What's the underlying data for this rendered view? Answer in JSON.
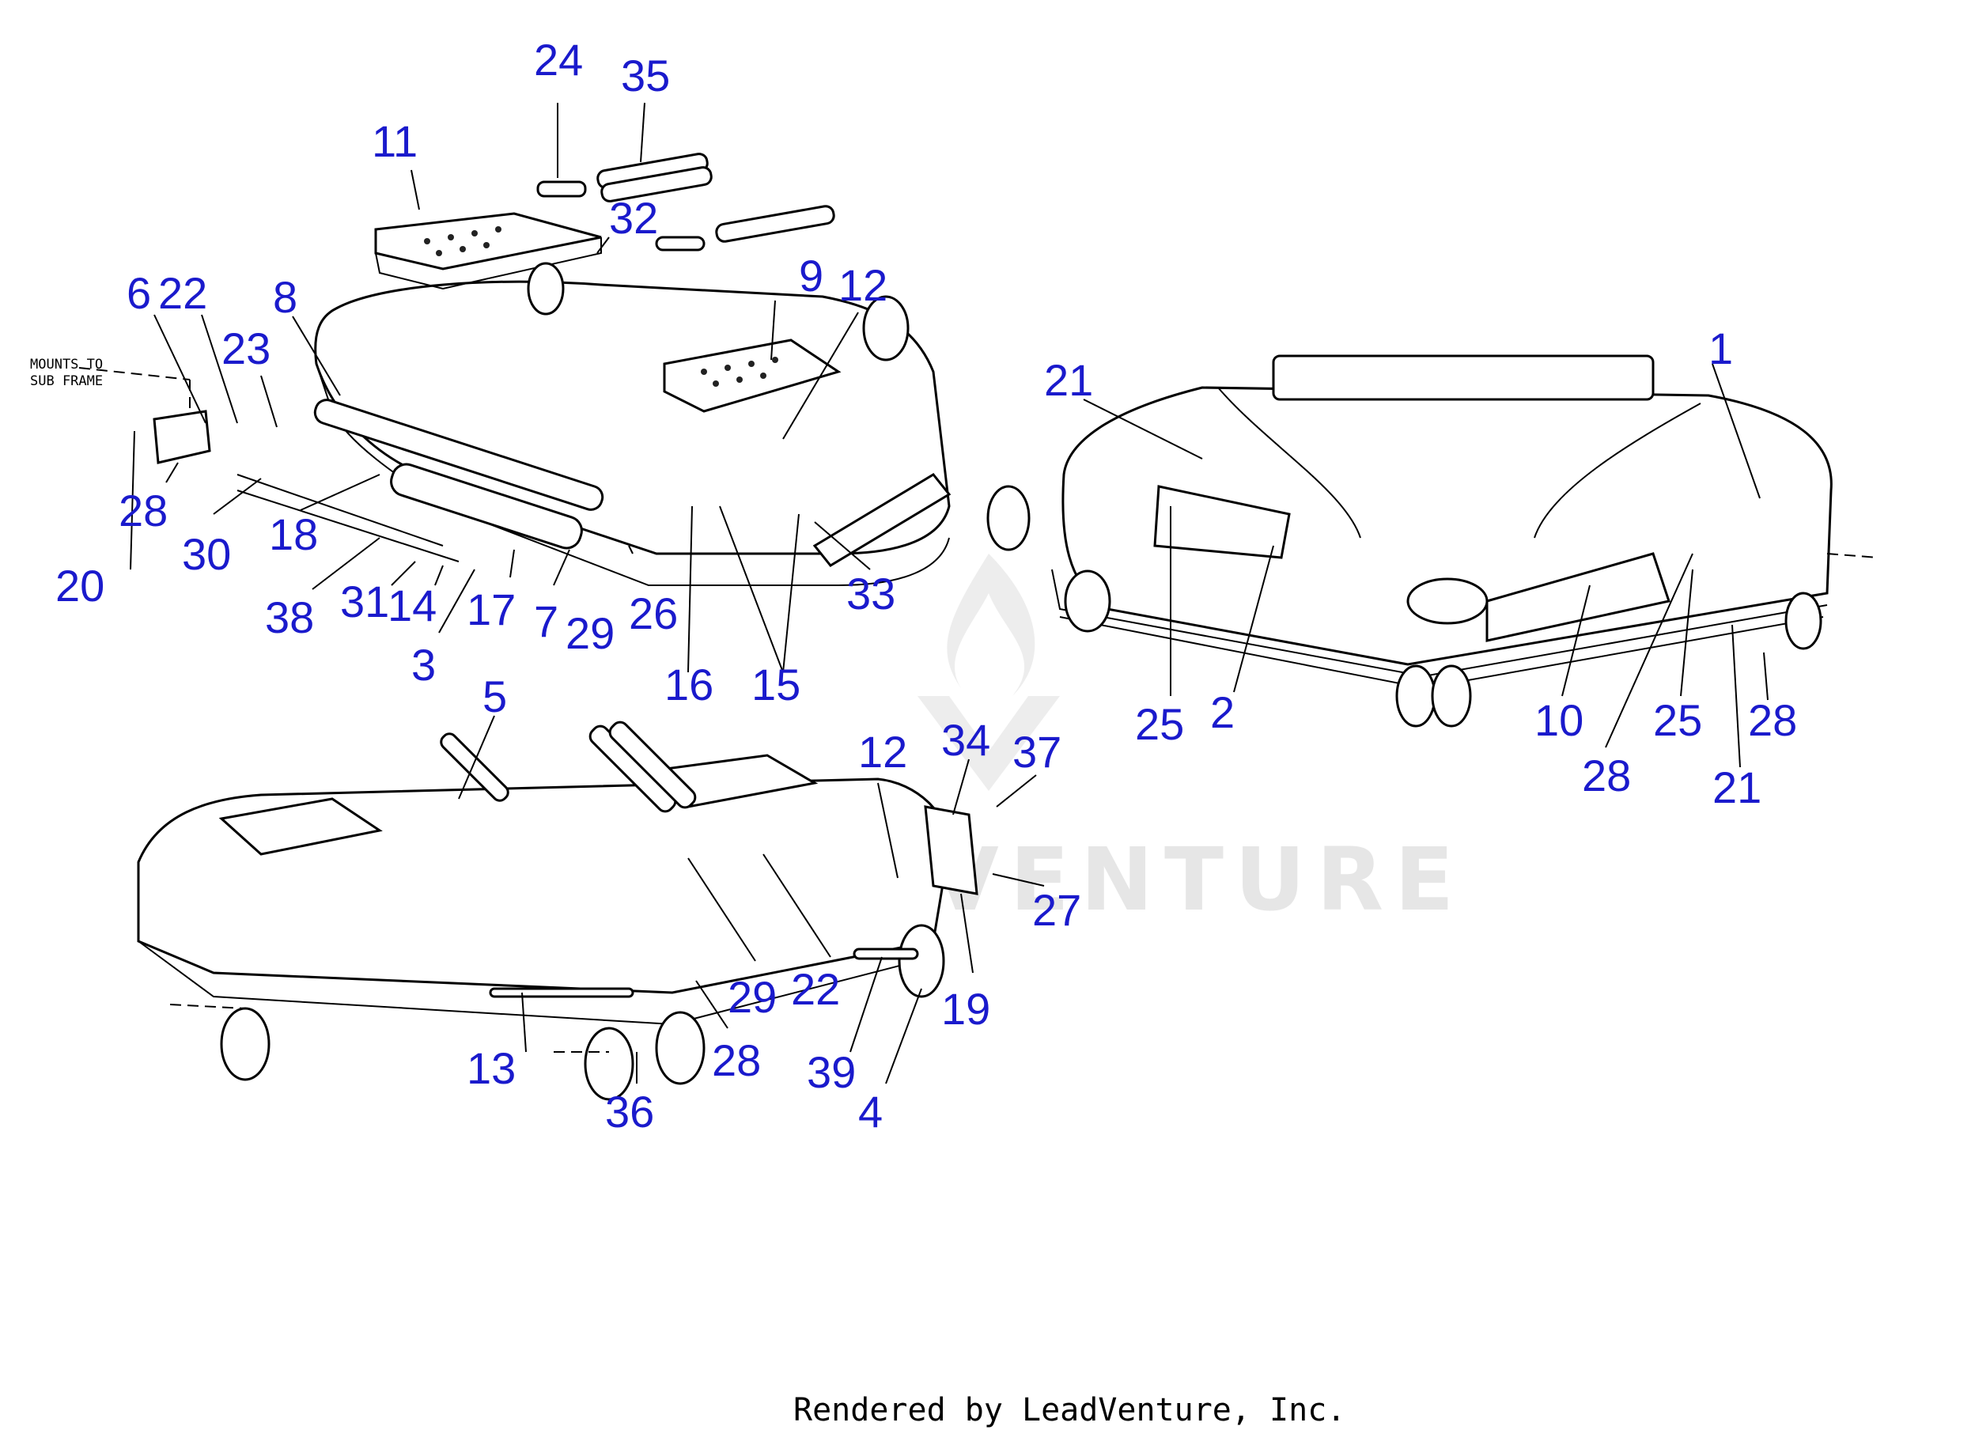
{
  "note": {
    "line1": "MOUNTS TO",
    "line2": "SUB FRAME"
  },
  "watermark": "LEADVENTURE",
  "footer": "Rendered by LeadVenture, Inc.",
  "callout_color": "#1a1acc",
  "callouts": {
    "c24": "24",
    "c35": "35",
    "c11": "11",
    "c32": "32",
    "c9": "9",
    "c12a": "12",
    "c6": "6",
    "c22a": "22",
    "c8": "8",
    "c23": "23",
    "c28a": "28",
    "c20": "20",
    "c30": "30",
    "c18": "18",
    "c38": "38",
    "c31": "31",
    "c14": "14",
    "c3": "3",
    "c17": "17",
    "c7": "7",
    "c29a": "29",
    "c26": "26",
    "c16": "16",
    "c15": "15",
    "c33": "33",
    "c21a": "21",
    "c1": "1",
    "c25a": "25",
    "c2": "2",
    "c10": "10",
    "c28b": "28",
    "c25b": "25",
    "c28c": "28",
    "c21b": "21",
    "c5": "5",
    "c12b": "12",
    "c34": "34",
    "c37": "37",
    "c27": "27",
    "c29b": "29",
    "c22b": "22",
    "c19": "19",
    "c13": "13",
    "c28d": "28",
    "c39": "39",
    "c4": "4",
    "c36": "36"
  }
}
